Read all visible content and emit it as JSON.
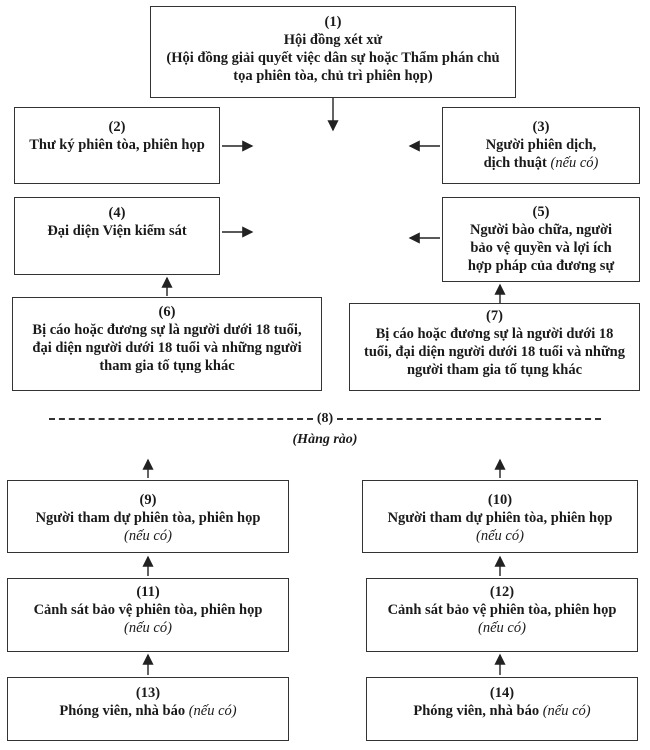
{
  "boxes": {
    "b1": {
      "num": "(1)",
      "lines": [
        "Hội đồng xét xử",
        "(Hội đồng giải quyết việc dân sự hoặc Thẩm phán chủ",
        "tọa phiên tòa, chủ trì phiên họp)"
      ]
    },
    "b2": {
      "num": "(2)",
      "lines": [
        "Thư ký phiên tòa, phiên họp"
      ]
    },
    "b3": {
      "num": "(3)",
      "lines": [
        "Người phiên dịch,"
      ],
      "last_text": "dịch thuật",
      "last_note": "(nếu có)"
    },
    "b4": {
      "num": "(4)",
      "lines": [
        "Đại diện Viện kiểm sát"
      ]
    },
    "b5": {
      "num": "(5)",
      "lines": [
        "Người bào chữa, người",
        "bảo vệ quyền và lợi ích",
        "hợp pháp của đương sự"
      ]
    },
    "b6": {
      "num": "(6)",
      "lines": [
        "Bị cáo hoặc đương sự là người dưới 18 tuổi,",
        "đại diện người dưới 18 tuổi và những người",
        "tham gia tố tụng khác"
      ]
    },
    "b7": {
      "num": "(7)",
      "lines": [
        "Bị cáo hoặc đương sự là người dưới 18",
        "tuổi, đại diện người dưới 18 tuổi và những",
        "người tham gia tố tụng khác"
      ]
    },
    "b9": {
      "num": "(9)",
      "lines": [
        "Người tham dự phiên tòa, phiên họp"
      ],
      "note": "(nếu có)"
    },
    "b10": {
      "num": "(10)",
      "lines": [
        "Người tham dự phiên tòa, phiên họp"
      ],
      "note": "(nếu có)"
    },
    "b11": {
      "num": "(11)",
      "lines": [
        "Cảnh sát bảo vệ phiên tòa, phiên họp"
      ],
      "note": "(nếu có)"
    },
    "b12": {
      "num": "(12)",
      "lines": [
        "Cảnh sát bảo vệ phiên tòa, phiên họp"
      ],
      "note": "(nếu có)"
    },
    "b13": {
      "num": "(13)",
      "last_text": "Phóng viên, nhà báo",
      "last_note": "(nếu có)"
    },
    "b14": {
      "num": "(14)",
      "last_text": "Phóng viên, nhà báo",
      "last_note": "(nếu có)"
    }
  },
  "fence": {
    "num": "(8)",
    "label": "(Hàng rào)"
  }
}
